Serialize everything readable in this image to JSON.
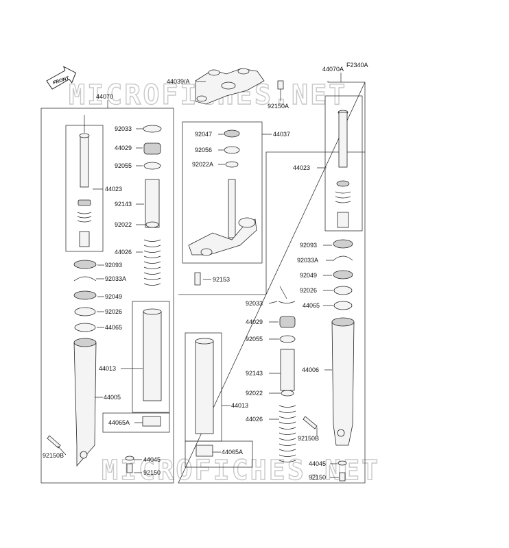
{
  "diagram_id": "F2340A",
  "watermark": "MICROFICHES.NET",
  "front_arrow": "FRONT",
  "labels": {
    "l_44070": "44070",
    "l_44070A": "44070A",
    "l_44039A": "44039/A",
    "l_92150A": "92150A",
    "l_44037": "44037",
    "l_92047": "92047",
    "l_92056": "92056",
    "l_92022A": "92022A",
    "l_92153": "92153",
    "L_92033": "92033",
    "L_44029": "44029",
    "L_92055": "92055",
    "L_44023": "44023",
    "L_92143": "92143",
    "L_92022": "92022",
    "L_44026": "44026",
    "L_92093": "92093",
    "L_92033A": "92033A",
    "L_92049": "92049",
    "L_92026": "92026",
    "L_44065": "44065",
    "L_44013": "44013",
    "L_44005": "44005",
    "L_44065A": "44065A",
    "L_92150B": "92150B",
    "L_44045": "44045",
    "L_92150": "92150",
    "R_44023": "44023",
    "R_92093": "92093",
    "R_92033A": "92033A",
    "R_92049": "92049",
    "R_92026": "92026",
    "R_44065": "44065",
    "R_44006": "44006",
    "R_92150B": "92150B",
    "R_44045": "44045",
    "R_92150": "92150",
    "C_92033": "92033",
    "C_44029": "44029",
    "C_92055": "92055",
    "C_92143": "92143",
    "C_92022": "92022",
    "C_44013": "44013",
    "C_44026": "44026",
    "C_44065A": "44065A"
  }
}
